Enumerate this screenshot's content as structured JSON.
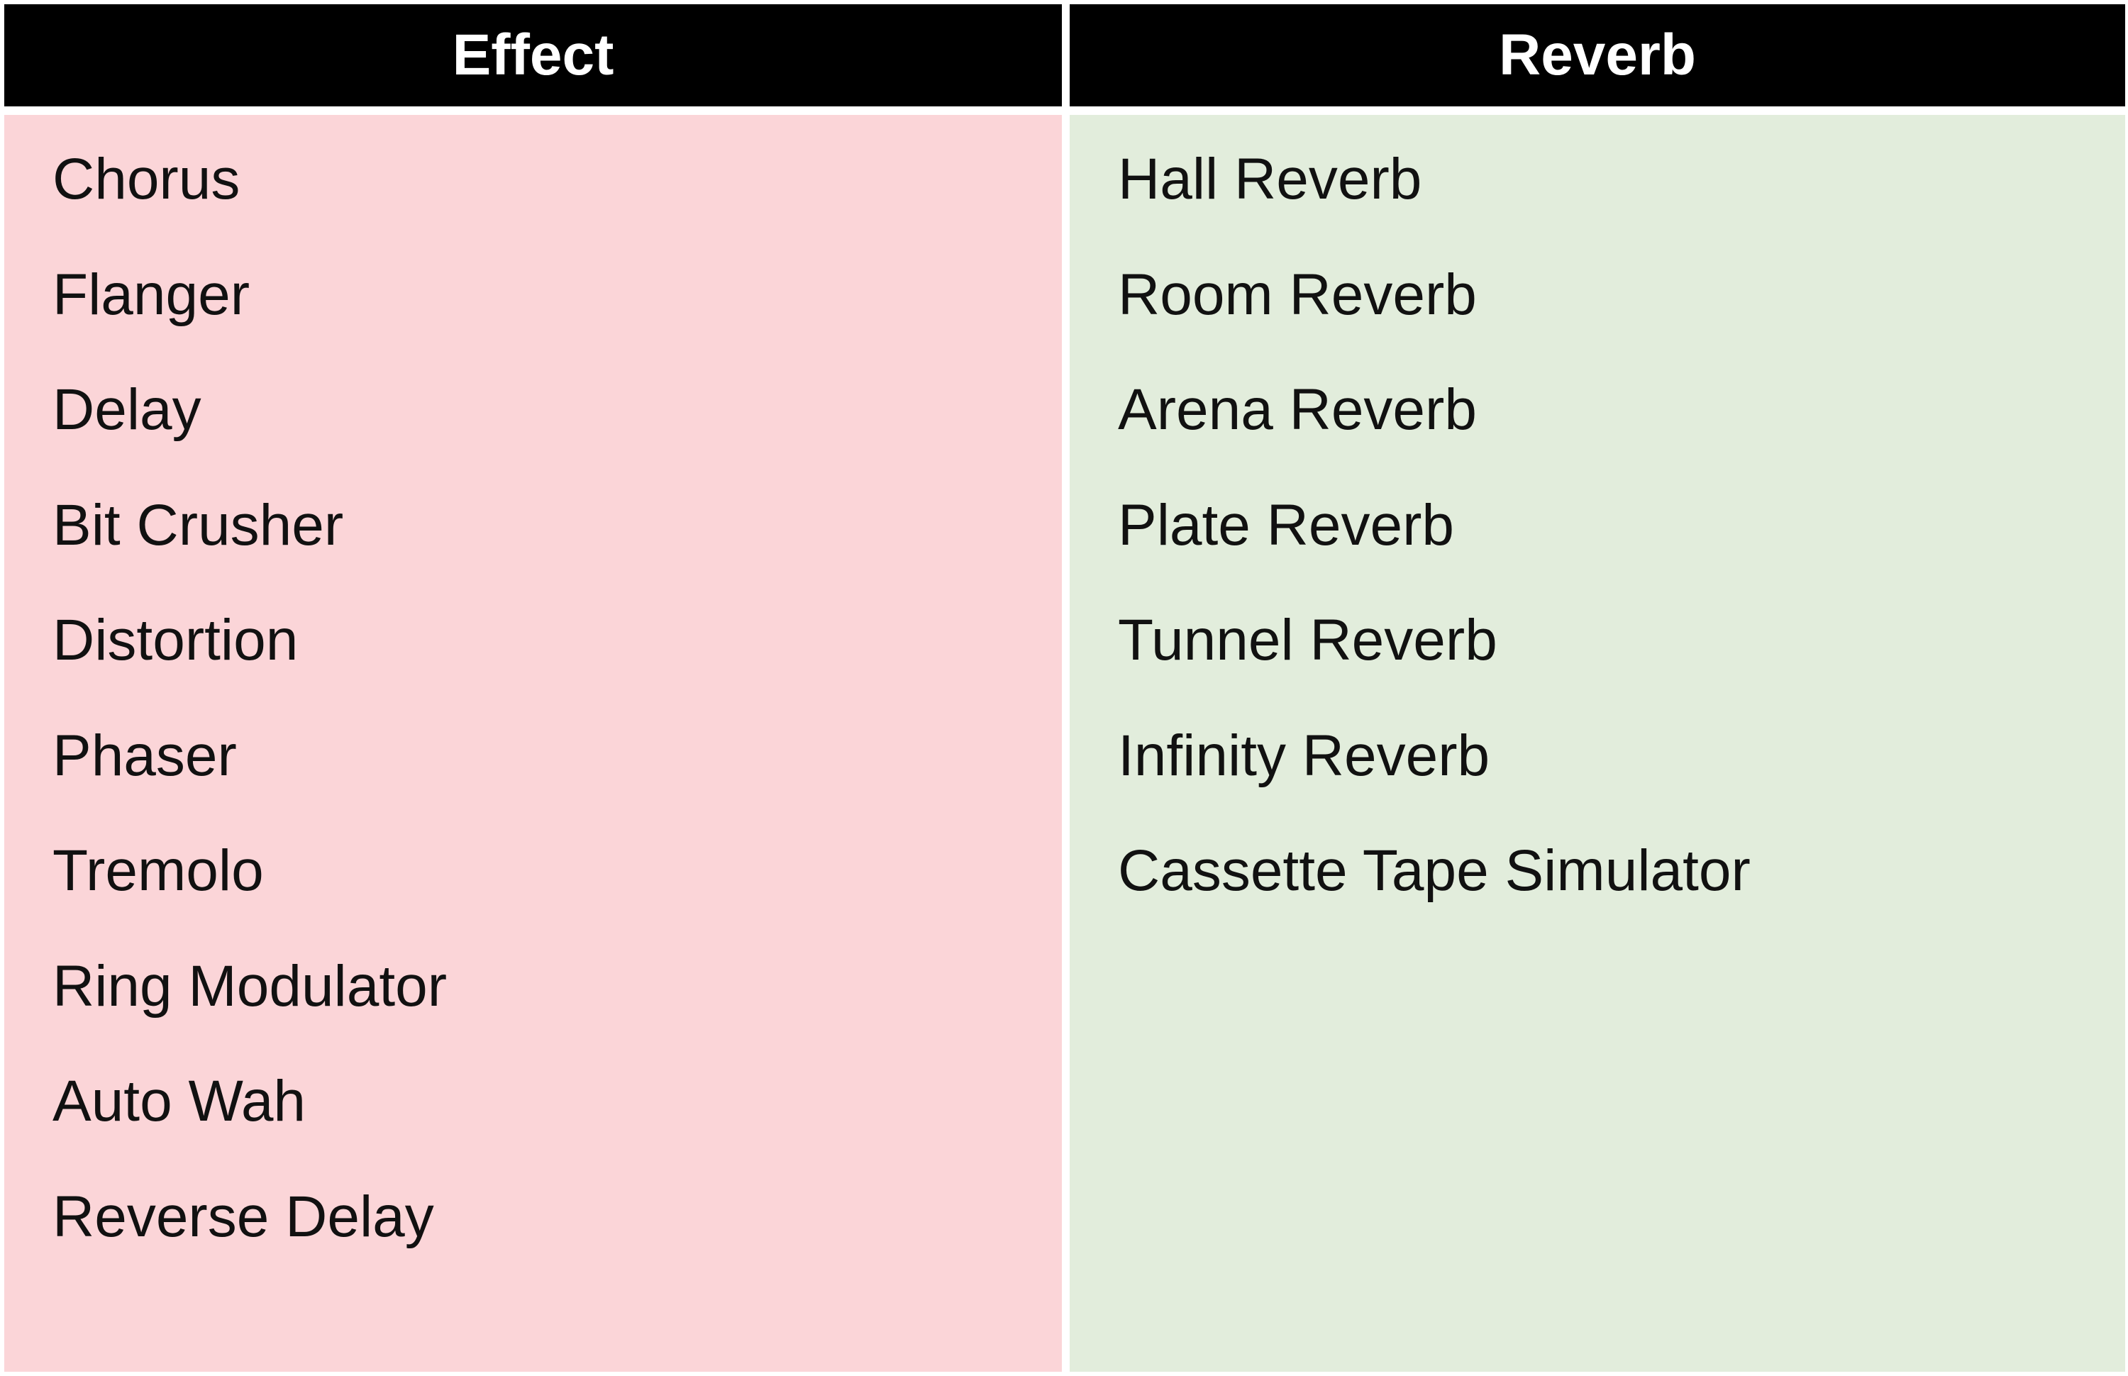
{
  "columns": [
    {
      "header": "Effect",
      "background": "#fbd5d8",
      "items": [
        "Chorus",
        "Flanger",
        "Delay",
        "Bit Crusher",
        "Distortion",
        "Phaser",
        "Tremolo",
        "Ring Modulator",
        "Auto Wah",
        "Reverse Delay"
      ]
    },
    {
      "header": "Reverb",
      "background": "#e2eddc",
      "items": [
        "Hall Reverb",
        "Room Reverb",
        "Arena Reverb",
        "Plate Reverb",
        "Tunnel Reverb",
        "Infinity Reverb",
        "Cassette Tape Simulator"
      ]
    }
  ],
  "colors": {
    "header_background": "#000000",
    "header_text": "#ffffff",
    "item_text": "#111111"
  }
}
